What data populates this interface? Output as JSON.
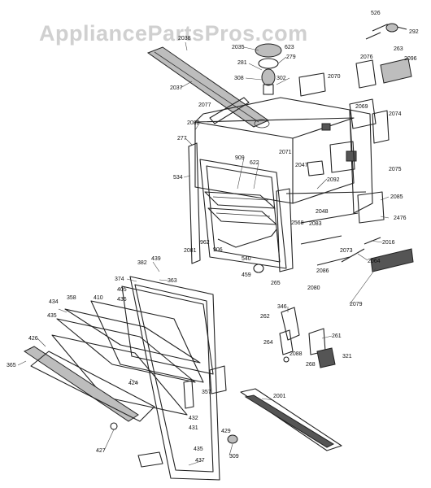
{
  "watermark": "AppliancePartsPros.com",
  "callouts": [
    "526",
    "292",
    "2038",
    "2035",
    "623",
    "279",
    "263",
    "2096",
    "281",
    "2076",
    "308",
    "302",
    "2070",
    "2037",
    "2077",
    "2082",
    "2069",
    "2074",
    "277",
    "909",
    "622",
    "2071",
    "2047",
    "2075",
    "534",
    "2092",
    "2085",
    "2048",
    "2476",
    "2568",
    "2083",
    "2016",
    "962",
    "906",
    "540",
    "2081",
    "2073",
    "2064",
    "2086",
    "459",
    "265",
    "2080",
    "382",
    "439",
    "374",
    "363",
    "405",
    "2079",
    "436",
    "434",
    "358",
    "410",
    "346",
    "435",
    "262",
    "264",
    "261",
    "2088",
    "268",
    "321",
    "426",
    "365",
    "424",
    "357",
    "2001",
    "432",
    "431",
    "427",
    "429",
    "435",
    "309",
    "437"
  ],
  "colors": {
    "line": "#222222",
    "shade": "#bdbdbd",
    "watermark": "#d0d0d0"
  }
}
